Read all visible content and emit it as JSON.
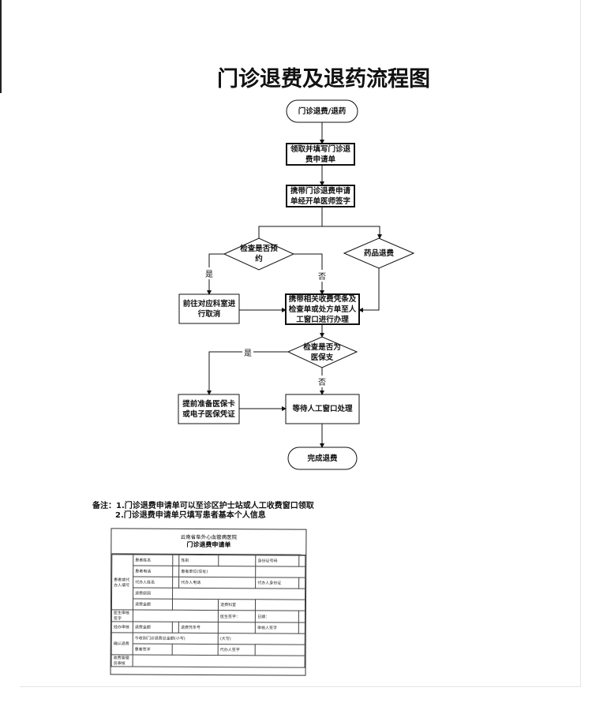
{
  "title": "门诊退费及退药流程图",
  "nodes": {
    "start": "门诊退费/退药",
    "step1": "领取并填写门诊退费申请单",
    "step2": "携带门诊退费申请单经开单医师签字",
    "decision_exam": "检查是否预约",
    "decision_drug": "药品退费",
    "cancel": "前往对应科室进行取消",
    "counter": "携带相关收费凭条及检查单或处方单至人工窗口进行办理",
    "decision_insurance": "检查是否为医保支",
    "prepare": "提前准备医保卡或电子医保凭证",
    "wait": "等待人工窗口处理",
    "end": "完成退费"
  },
  "labels": {
    "yes1": "是",
    "no1": "否",
    "yes2": "是",
    "no2": "否"
  },
  "notes": [
    "备注：1.门诊退费申请单可以至诊区护士站或人工收费窗口领取",
    "2.门诊退费申请单只填写患者基本个人信息"
  ],
  "form": {
    "hospital": "云南省阜外心血管病医院",
    "title": "门诊退费申请单",
    "cells": {
      "patient_name": "患者姓名",
      "gender": "性别",
      "id_no": "身份证号码",
      "phone": "患者电话",
      "address": "患者单位(住址)",
      "section_patient": "患者或代办人填写",
      "agent_name": "代办人姓名",
      "agent_phone": "代办人电话",
      "agent_id": "代办人身份证",
      "reason": "退费原因",
      "amount": "退费金额",
      "dept": "退费科室",
      "section_doctor": "医生审核签字",
      "doctor_sign": "医生签字：",
      "date": "日期：",
      "section_handler": "经办审核",
      "refund_amount": "退费金额",
      "receipt_no": "退费凭条号",
      "auditor": "审核人签字",
      "section_confirm": "确认退费",
      "received": "今收到门诊退费总金额(小写)",
      "upper": "(大写)",
      "patient_sign": "患者签字",
      "agent_sign": "代办人签字",
      "section_admin": "收费管理员审核"
    }
  }
}
